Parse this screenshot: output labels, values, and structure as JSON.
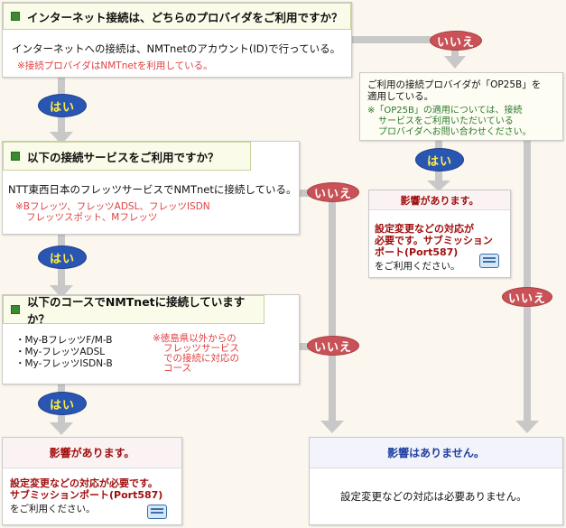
{
  "q1": {
    "title": "インターネット接続は、どちらのプロバイダをご利用ですか？",
    "text": "インターネットへの接続は、NMTnetのアカウント(ID)で行っている。",
    "note": "※接続プロバイダはNMTnetを利用している。"
  },
  "q2": {
    "title": "以下の接続サービスをご利用ですか？",
    "text": "NTT東西日本のフレッツサービスでNMTnetに接続している。",
    "note1": "※Bフレッツ、フレッツADSL、フレッツISDN",
    "note2": "フレッツスポット、Mフレッツ"
  },
  "q3": {
    "title": "以下のコースでNMTnetに接続していますか？",
    "items": [
      "・My-BフレッツF/M-B",
      "・My-フレッツADSL",
      "・My-フレッツISDN-B"
    ],
    "note": [
      "※徳島県以外からの",
      "フレッツサービス",
      "での接続に対応の",
      "コース"
    ]
  },
  "other": {
    "line1": "ご利用の接続プロバイダが「OP25B」を",
    "line2": "適用している。",
    "note1": "※「OP25B」の適用については、接続",
    "note2": "サービスをご利用いただいている",
    "note3": "プロバイダへお問い合わせください。"
  },
  "impact_right": {
    "title": "影響があります。",
    "line1": "設定変更などの対応が",
    "line2": "必要です。サブミッション",
    "line3": "ポート(Port587)",
    "line4": "をご利用ください。"
  },
  "impact_bottom": {
    "title": "影響があります。",
    "line1": "設定変更などの対応が必要です。",
    "line2": "サブミッションポート(Port587)",
    "line3": "をご利用ください。"
  },
  "no_impact": {
    "title": "影響はありません。",
    "text": "設定変更などの対応は必要ありません。"
  },
  "labels": {
    "yes": "はい",
    "no": "いいえ"
  },
  "icons": {
    "heading": "green-square-icon",
    "mail": "mail-icon"
  },
  "colors": {
    "yes_pill": "#2a56b3",
    "no_pill": "#c95258",
    "arrow": "#c8c8c8"
  }
}
